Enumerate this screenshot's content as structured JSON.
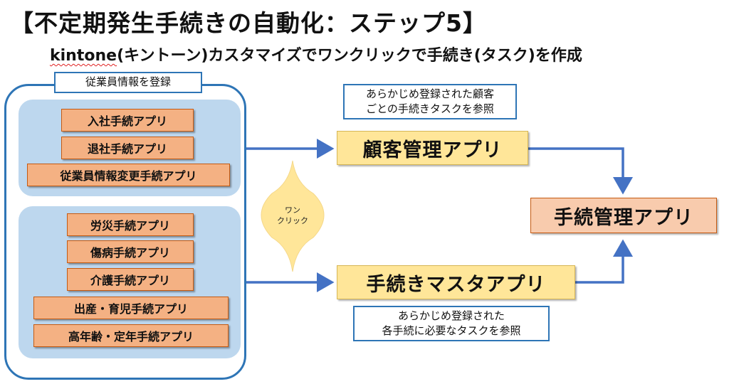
{
  "title": "【不定期発生手続きの自動化：ステップ5】",
  "subtitle": {
    "kintone": "kintone",
    "rest": "(キントーン)カスタマイズでワンクリックで手続き(タスク)を作成"
  },
  "employee_frame_label": "従業員情報を登録",
  "group1_apps": [
    "入社手続アプリ",
    "退社手続アプリ",
    "従業員情報変更手続アプリ"
  ],
  "group2_apps": [
    "労災手続アプリ",
    "傷病手続アプリ",
    "介護手続アプリ",
    "出産・育児手続アプリ",
    "高年齢・定年手続アプリ"
  ],
  "one_click": {
    "line1": "ワン",
    "line2": "クリック"
  },
  "customer_app": {
    "label": "顧客管理アプリ",
    "note_line1": "あらかじめ登録された顧客",
    "note_line2": "ごとの手続きタスクを参照"
  },
  "master_app": {
    "label": "手続きマスタアプリ",
    "note_line1": "あらかじめ登録された",
    "note_line2": "各手続に必要なタスクを参照"
  },
  "target_app": {
    "label": "手続管理アプリ"
  },
  "colors": {
    "frame_blue": "#2e75b6",
    "group_fill": "#bdd7ee",
    "app_fill": "#f4b183",
    "main_app_fill": "#ffe699",
    "target_fill": "#f8cbad",
    "arrow": "#4472c4",
    "burst_fill": "#ffe699"
  }
}
